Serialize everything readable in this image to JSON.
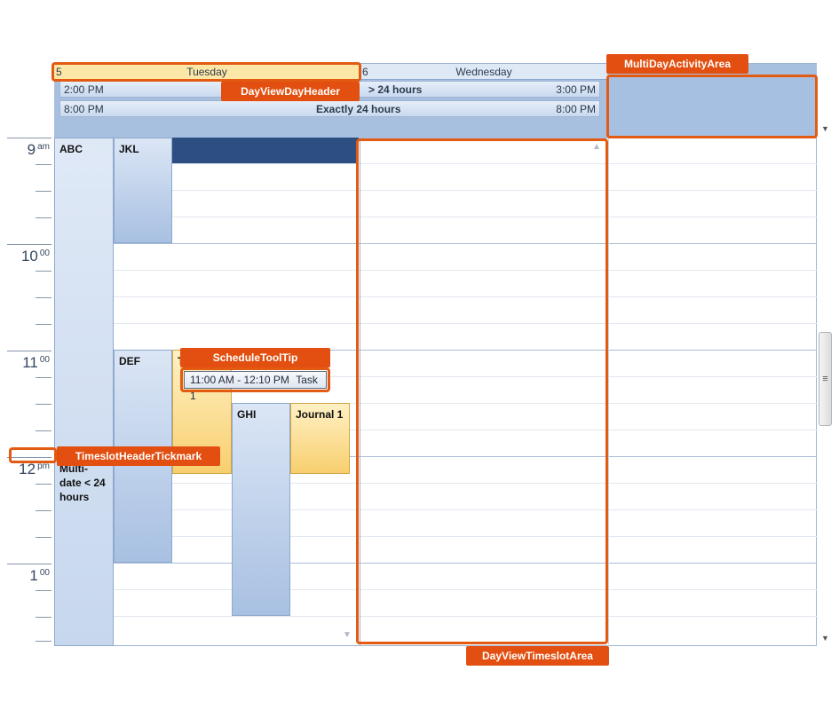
{
  "days": [
    {
      "num": "5",
      "name": "Tuesday"
    },
    {
      "num": "6",
      "name": "Wednesday"
    }
  ],
  "all_day_events": [
    {
      "start": "2:00 PM",
      "title": "> 24 hours",
      "end": "3:00 PM"
    },
    {
      "start": "8:00 PM",
      "title": "Exactly 24 hours",
      "end": "8:00 PM"
    }
  ],
  "hours": [
    {
      "h": "9",
      "suffix": "am"
    },
    {
      "h": "10",
      "suffix": "00"
    },
    {
      "h": "11",
      "suffix": "00"
    },
    {
      "h": "12",
      "suffix": "pm"
    },
    {
      "h": "1",
      "suffix": "00"
    }
  ],
  "events": {
    "abc": "ABC",
    "jkl": "JKL",
    "def": "DEF",
    "task_initial": "T",
    "ghi": "GHI",
    "journal": "Journal 1",
    "multi_date_line1": "Multi-",
    "multi_date_line2": "date < 24",
    "multi_date_line3": "hours"
  },
  "tooltip": {
    "time": "11:00 AM - 12:10 PM",
    "title": "Task 1"
  },
  "labels": {
    "day_header": "DayViewDayHeader",
    "multi_area": "MultiDayActivityArea",
    "tooltip": "ScheduleToolTip",
    "tickmark": "TimeslotHeaderTickmark",
    "timeslot_area": "DayViewTimeslotArea"
  },
  "colors": {
    "accent": "#e24f10",
    "header_today": "#fde7a6",
    "multi_area": "#a6c0e2",
    "event_gold": "#f8cf6f",
    "event_blue": "#a8c0e2",
    "dark_bar": "#2d4e80"
  }
}
